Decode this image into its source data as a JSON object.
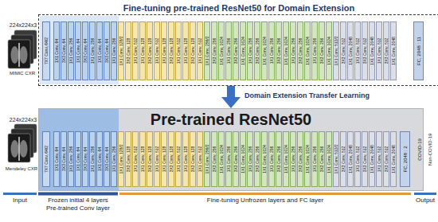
{
  "diagram": {
    "nodes": [
      {
        "text": [
          "Fine-tuning pre-trained ResNet50 for Domain Extension"
        ]
      },
      {
        "text": [
          "7X7 Conv, 64/2"
        ],
        "in": 0
      },
      {
        "text": [
          "1X1 Conv, 64",
          "3X3 Conv, 64",
          "1X1 Conv, 256"
        ],
        "in": 0
      },
      {
        "text": [
          "1X1 Conv, 64",
          "3X3 Conv, 64",
          "1X1 Conv, 256"
        ],
        "in": 0
      },
      {
        "text": [
          "1X1 Conv, 64",
          "3X3 Conv, 64",
          "1X1 Conv, 256"
        ],
        "in": 0
      },
      {
        "text": [
          "1X1 Conv, 128/2",
          "3X3 Conv, 128",
          "1X1 Conv, 512"
        ],
        "in": 0
      },
      {
        "text": [
          "1X1 Conv, 128",
          "3X3 Conv, 128",
          "1X1 Conv, 512"
        ],
        "in": 0
      },
      {
        "text": [
          "1X1 Conv, 128",
          "3X3 Conv, 128",
          "1X1 Conv, 512"
        ],
        "in": 0
      },
      {
        "text": [
          "1X1 Conv, 128",
          "3X3 Conv, 128",
          "1X1 Conv, 512"
        ],
        "in": 0
      },
      {
        "text": [
          "1X1 Conv, 256/2",
          "3X3 Conv, 256",
          "1X1 Conv, 1024"
        ],
        "in": 0
      },
      {
        "text": [
          "1X1 Conv, 256",
          "3X3 Conv, 256",
          "1X1 Conv, 1024"
        ],
        "in": 0
      },
      {
        "text": [
          "1X1 Conv, 256",
          "3X3 Conv, 256",
          "1X1 Conv, 1024"
        ],
        "in": 0
      },
      {
        "text": [
          "1X1 Conv, 256",
          "3X3 Conv, 256",
          "1X1 Conv, 1024"
        ],
        "in": 0
      },
      {
        "text": [
          "1X1 Conv, 256",
          "3X3 Conv, 256",
          "1X1 Conv, 1024"
        ],
        "in": 0
      },
      {
        "text": [
          "1X1 Conv, 256",
          "3X3 Conv, 256",
          "1X1 Conv, 1024"
        ],
        "in": 0
      },
      {
        "text": [
          "1X1 Conv, 512/2",
          "3X3 Conv, 512",
          "1X1 Conv, 2048"
        ],
        "in": 0
      },
      {
        "text": [
          "1X1 Conv, 512",
          "3X3 Conv, 512",
          "1X1 Conv, 2048"
        ],
        "in": 0
      },
      {
        "text": [
          "1X1 Conv, 512",
          "3X3 Conv, 512",
          "1X1 Conv, 2048"
        ],
        "in": 0
      },
      {
        "text": [
          "FC, 2048 : 11"
        ],
        "in": 0
      },
      {
        "text": [
          "Pre-trained ResNet50"
        ]
      },
      {
        "text": [
          "7X7 Conv, 64/2"
        ],
        "in": 19
      },
      {
        "text": [
          "1X1 Conv, 64",
          "3X3 Conv, 64",
          "1X1 Conv, 256"
        ],
        "in": 19
      },
      {
        "text": [
          "1X1 Conv, 64",
          "3X3 Conv, 64",
          "1X1 Conv, 256"
        ],
        "in": 19
      },
      {
        "text": [
          "1X1 Conv, 64",
          "3X3 Conv, 64",
          "1X1 Conv, 256"
        ],
        "in": 19
      },
      {
        "text": [
          "1X1 Conv, 128/2",
          "3X3 Conv, 128",
          "1X1 Conv, 512"
        ],
        "in": 19
      },
      {
        "text": [
          "1X1 Conv, 128",
          "3X3 Conv, 128",
          "1X1 Conv, 512"
        ],
        "in": 19
      },
      {
        "text": [
          "1X1 Conv, 128",
          "3X3 Conv, 128",
          "1X1 Conv, 512"
        ],
        "in": 19
      },
      {
        "text": [
          "1X1 Conv, 128",
          "3X3 Conv, 128",
          "1X1 Conv, 512"
        ],
        "in": 19
      },
      {
        "text": [
          "1X1 Conv, 256/2",
          "3X3 Conv, 256",
          "1X1 Conv, 1024"
        ],
        "in": 19
      },
      {
        "text": [
          "1X1 Conv, 256",
          "3X3 Conv, 256",
          "1X1 Conv, 1024"
        ],
        "in": 19
      },
      {
        "text": [
          "1X1 Conv, 256",
          "3X3 Conv, 256",
          "1X1 Conv, 1024"
        ],
        "in": 19
      },
      {
        "text": [
          "1X1 Conv, 256",
          "3X3 Conv, 256",
          "1X1 Conv, 1024"
        ],
        "in": 19
      },
      {
        "text": [
          "1X1 Conv, 256",
          "3X3 Conv, 256",
          "1X1 Conv, 1024"
        ],
        "in": 19
      },
      {
        "text": [
          "1X1 Conv, 256",
          "3X3 Conv, 256",
          "1X1 Conv, 1024"
        ],
        "in": 19
      },
      {
        "text": [
          "1X1 Conv, 512/2",
          "3X3 Conv, 512",
          "1X1 Conv, 2048"
        ],
        "in": 19
      },
      {
        "text": [
          "1X1 Conv, 512",
          "3X3 Conv, 512",
          "1X1 Conv, 2048"
        ],
        "in": 19
      },
      {
        "text": [
          "1X1 Conv, 512",
          "3X3 Conv, 512",
          "1X1 Conv, 2048"
        ],
        "in": 19
      },
      {
        "text": [
          "FC, 2048 : 2"
        ],
        "in": 19
      }
    ],
    "edges": [
      {
        "from": 0,
        "to": 19,
        "label": "Domain Extension Transfer Learning",
        "arrow": "to"
      }
    ],
    "labels": [
      "224x224x3",
      "MIMIC CXR",
      "224x224x3",
      "Mendeley CXR",
      "COVID-19",
      "Non-COVID-19",
      "Input",
      "Frozen initial 4 layers",
      "Pre-trained Conv layer",
      "Fine-tuning Unfrozen layers and FC layer",
      "Output"
    ]
  }
}
